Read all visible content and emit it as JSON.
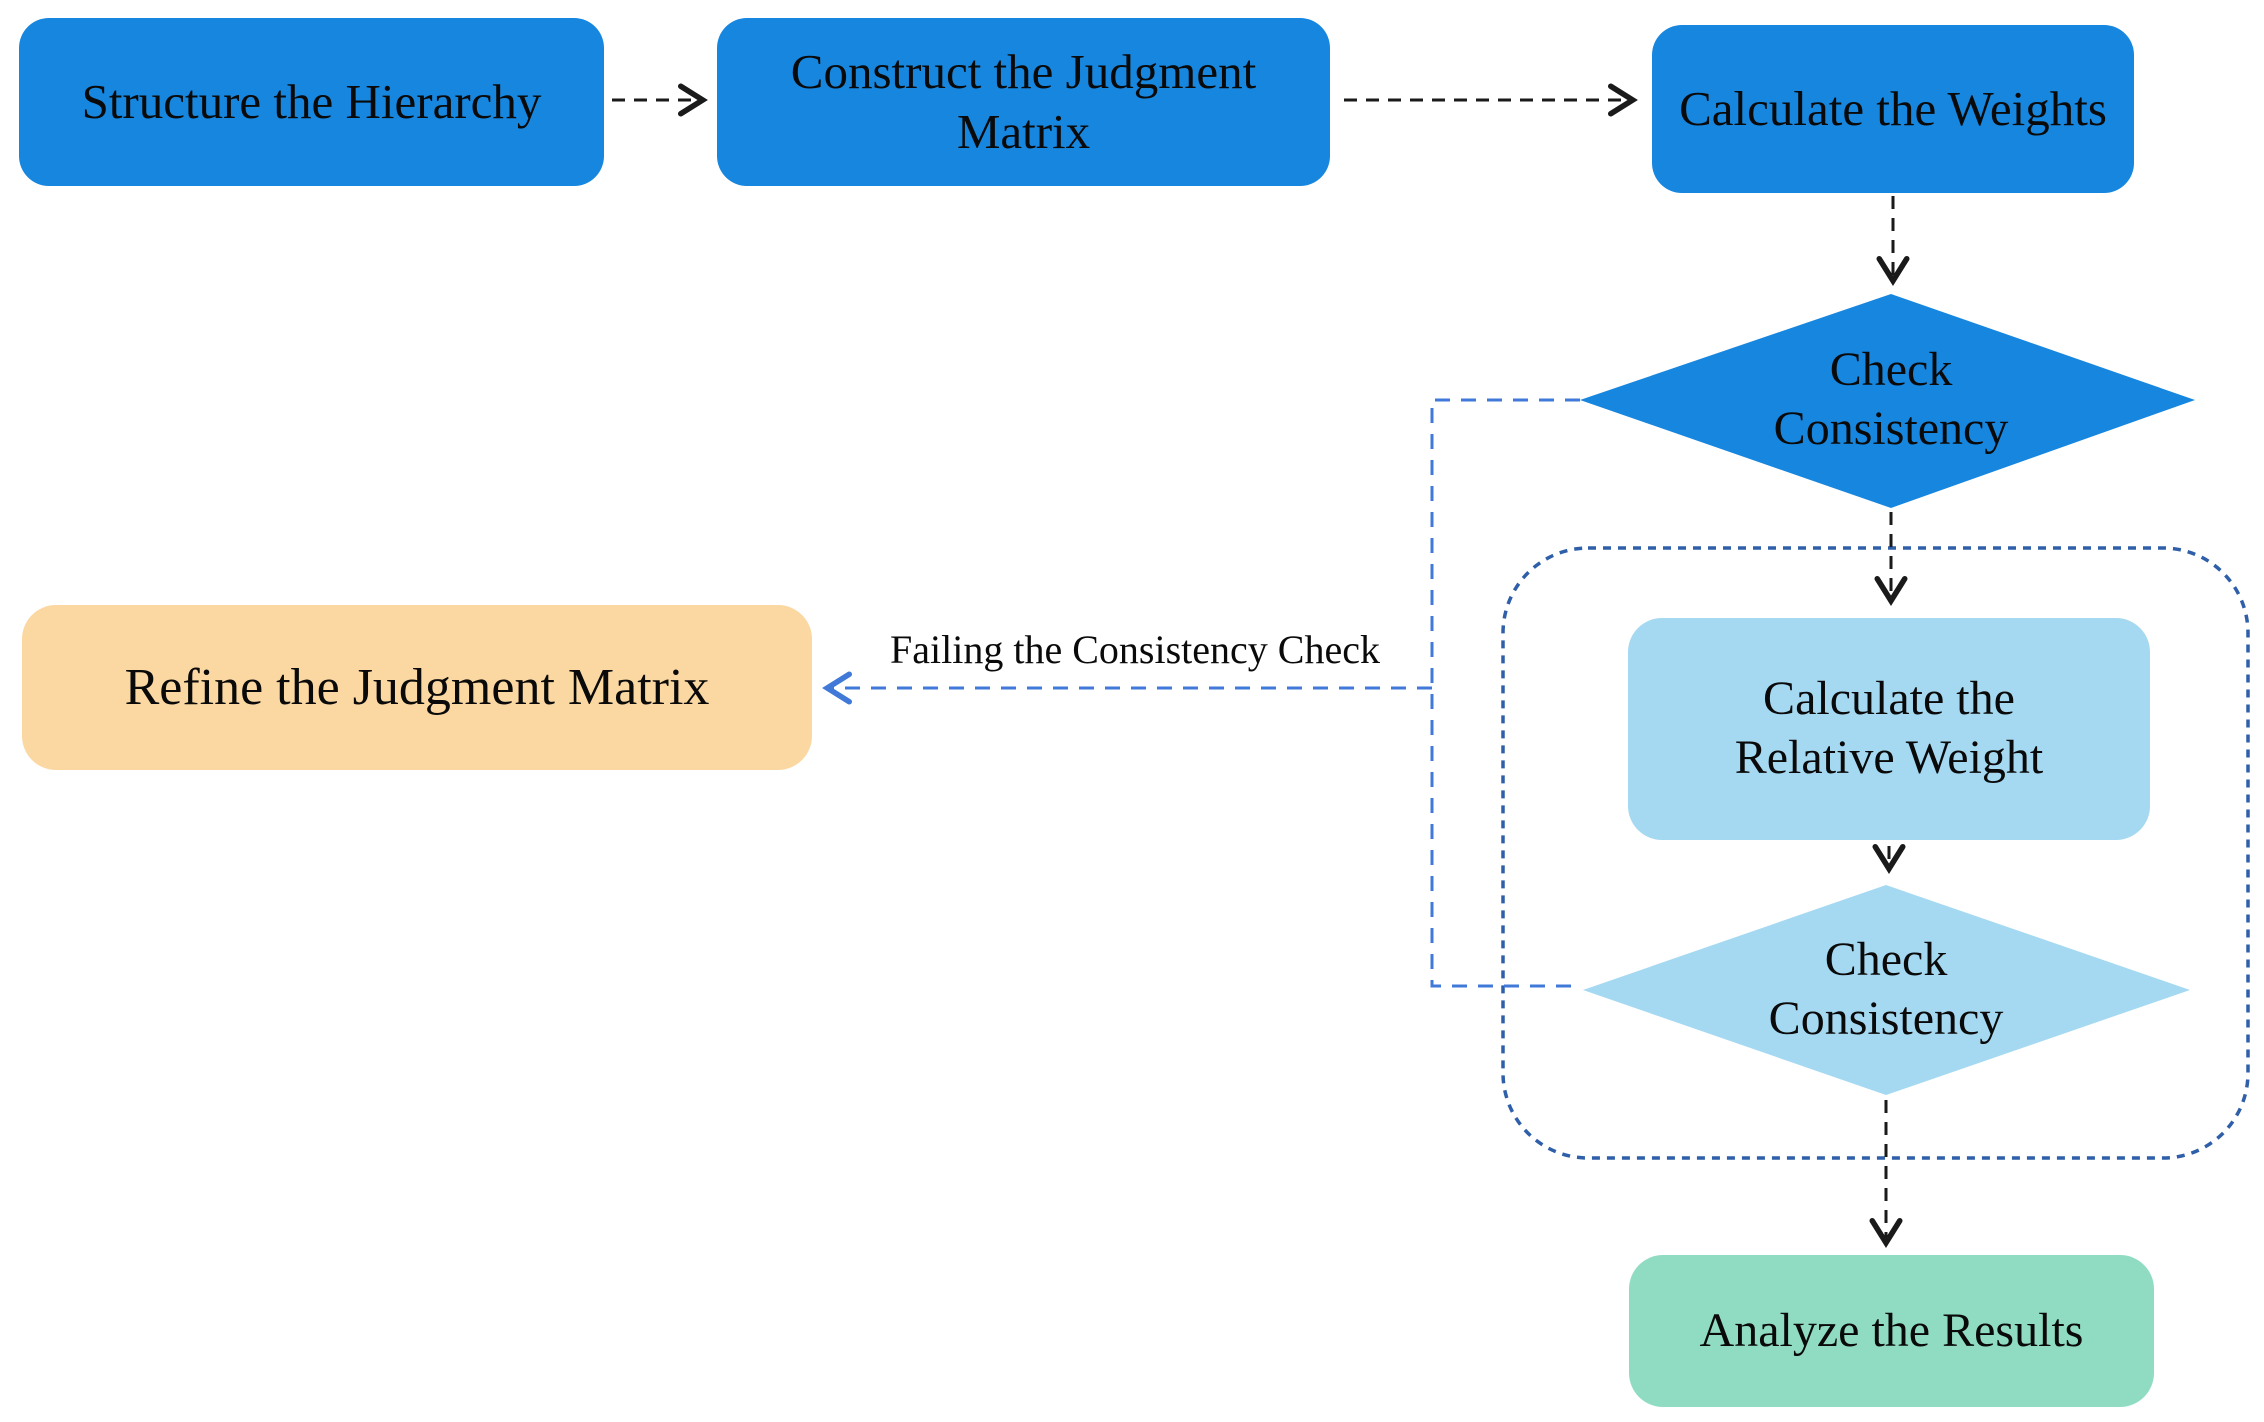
{
  "colors": {
    "primary_blue": "#1786DF",
    "light_blue": "#A5D9F2",
    "accent_orange": "#FBD8A2",
    "accent_green": "#90DCC3",
    "connector_blue": "#4179D8",
    "loop_border_blue": "#2E5FA8",
    "arrow_black": "#1A1A1A",
    "text_black": "#0A0A0A",
    "background": "#FFFFFF"
  },
  "nodes": {
    "structure_hierarchy": {
      "label": "Structure the Hierarchy",
      "shape": "rounded-rect"
    },
    "construct_judgment_matrix": {
      "lines": [
        "Construct the Judgment",
        "Matrix"
      ],
      "shape": "rounded-rect"
    },
    "calculate_weights": {
      "label": "Calculate the Weights",
      "shape": "rounded-rect"
    },
    "check_consistency_upper": {
      "lines": [
        "Check",
        "Consistency"
      ],
      "shape": "diamond"
    },
    "calculate_relative_weight": {
      "lines": [
        "Calculate the",
        "Relative Weight"
      ],
      "shape": "rounded-rect"
    },
    "check_consistency_lower": {
      "lines": [
        "Check",
        "Consistency"
      ],
      "shape": "diamond"
    },
    "analyze_results": {
      "label": "Analyze the Results",
      "shape": "rounded-rect"
    },
    "refine_judgment_matrix": {
      "label": "Refine the Judgment Matrix",
      "shape": "rounded-rect"
    }
  },
  "edges": {
    "failing_label": "Failing the Consistency Check"
  }
}
